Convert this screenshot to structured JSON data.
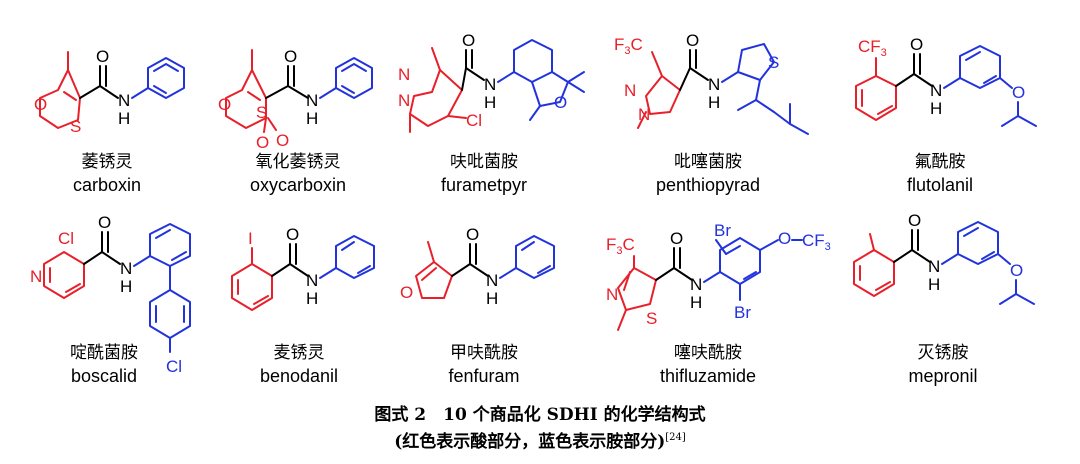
{
  "compounds": [
    {
      "cn": "萎锈灵",
      "en": "carboxin"
    },
    {
      "cn": "氧化萎锈灵",
      "en": "oxycarboxin"
    },
    {
      "cn": "呋吡菌胺",
      "en": "furametpyr"
    },
    {
      "cn": "吡噻菌胺",
      "en": "penthiopyrad"
    },
    {
      "cn": "氟酰胺",
      "en": "flutolanil"
    },
    {
      "cn": "啶酰菌胺",
      "en": "boscalid"
    },
    {
      "cn": "麦锈灵",
      "en": "benodanil"
    },
    {
      "cn": "甲呋酰胺",
      "en": "fenfuram"
    },
    {
      "cn": "噻呋酰胺",
      "en": "thifluzamide"
    },
    {
      "cn": "灭锈胺",
      "en": "mepronil"
    }
  ],
  "atoms": {
    "O": "O",
    "N": "N",
    "H": "H",
    "S": "S",
    "Cl": "Cl",
    "I": "I",
    "Br": "Br",
    "CF3": "CF",
    "three": "3",
    "F3C": "F",
    "F3C_tail": "C",
    "OCF3_label": "CF"
  },
  "caption": {
    "line1": "图式 2　10 个商品化 SDHI 的化学结构式",
    "line2": "(红色表示酸部分，蓝色表示胺部分)",
    "ref": "[24]"
  },
  "colors": {
    "acid": "#e8202a",
    "amine": "#2233dd",
    "black": "#000000"
  }
}
